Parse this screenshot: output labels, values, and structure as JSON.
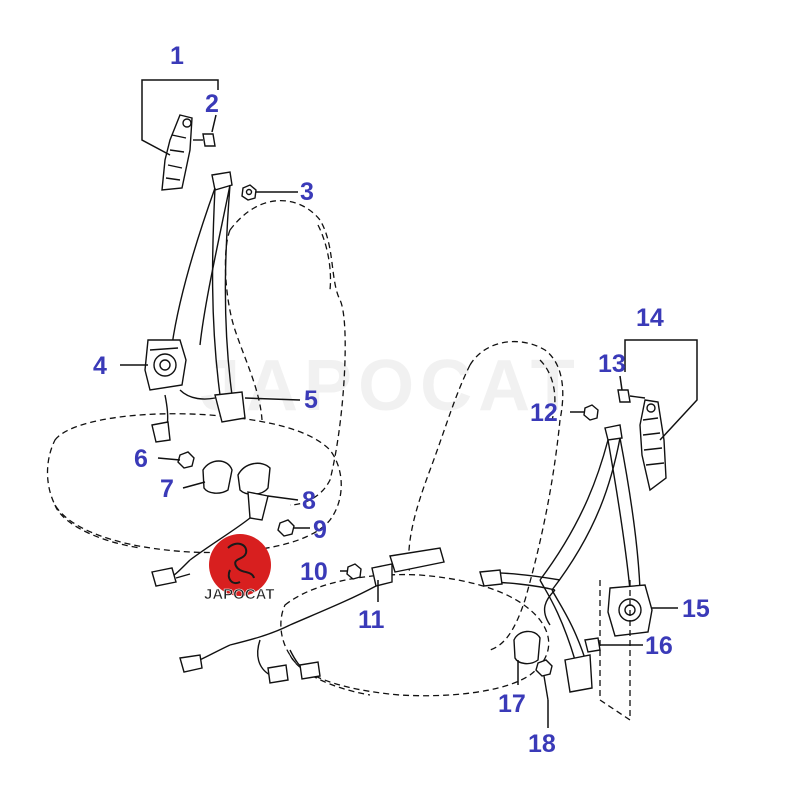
{
  "watermark": "JAPOCAT",
  "logo_text": "JAPOCAT",
  "brand_color": "#d81f1f",
  "callout_color": "#3a3ab8",
  "callouts": [
    {
      "id": "1",
      "text": "1"
    },
    {
      "id": "2",
      "text": "2"
    },
    {
      "id": "3",
      "text": "3"
    },
    {
      "id": "4",
      "text": "4"
    },
    {
      "id": "5",
      "text": "5"
    },
    {
      "id": "6",
      "text": "6"
    },
    {
      "id": "7",
      "text": "7"
    },
    {
      "id": "8",
      "text": "8"
    },
    {
      "id": "9",
      "text": "9"
    },
    {
      "id": "10",
      "text": "10"
    },
    {
      "id": "11",
      "text": "11"
    },
    {
      "id": "12",
      "text": "12"
    },
    {
      "id": "13",
      "text": "13"
    },
    {
      "id": "14",
      "text": "14"
    },
    {
      "id": "15",
      "text": "15"
    },
    {
      "id": "16",
      "text": "16"
    },
    {
      "id": "17",
      "text": "17"
    },
    {
      "id": "18",
      "text": "18"
    }
  ]
}
